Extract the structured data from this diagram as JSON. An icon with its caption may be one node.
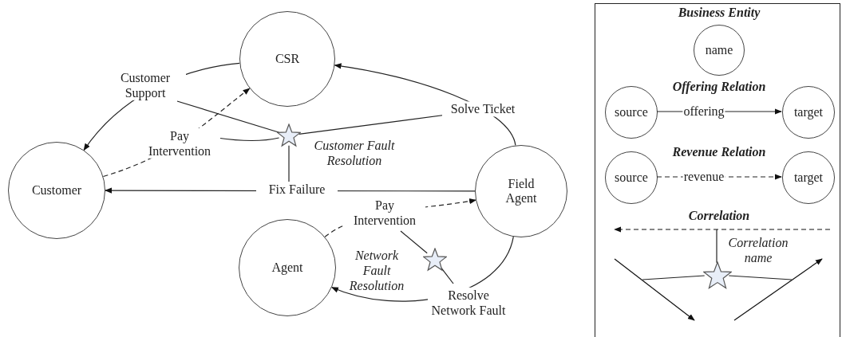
{
  "diagram": {
    "nodes": [
      {
        "text": [
          "CSR"
        ]
      },
      {
        "text": [
          "Customer"
        ]
      },
      {
        "text": [
          "Field Agent"
        ]
      },
      {
        "text": [
          "Agent"
        ]
      },
      {
        "text": [],
        "shape": "star",
        "beside": [
          "Customer Fault Resolution"
        ]
      },
      {
        "text": [],
        "shape": "star",
        "beside": [
          "Network Fault Resolution"
        ]
      },
      {
        "text": [],
        "shape": "box"
      },
      {
        "text": [
          "name"
        ],
        "in": 6
      },
      {
        "text": [
          "source"
        ],
        "in": 6
      },
      {
        "text": [
          "target"
        ],
        "in": 6
      },
      {
        "text": [
          "source"
        ],
        "in": 6
      },
      {
        "text": [
          "target"
        ],
        "in": 6
      },
      {
        "text": [],
        "shape": "star",
        "beside": [
          "Correlation name"
        ],
        "in": 6
      }
    ],
    "edges": [
      {
        "from": 0,
        "to": 1,
        "label": "Customer Support",
        "arrow": "to"
      },
      {
        "from": 1,
        "to": 0,
        "label": "Pay Intervention",
        "arrow": "to",
        "style": "dashed"
      },
      {
        "from": 2,
        "to": 0,
        "label": "Solve Ticket",
        "arrow": "to"
      },
      {
        "from": 2,
        "to": 1,
        "label": "Fix Failure",
        "arrow": "to"
      },
      {
        "from": 3,
        "to": 2,
        "label": "Pay Intervention",
        "arrow": "to",
        "style": "dashed"
      },
      {
        "from": 2,
        "to": 3,
        "label": "Resolve Network Fault",
        "arrow": "to"
      },
      {
        "from": 4,
        "to": null,
        "arrow": "none"
      },
      {
        "from": 4,
        "to": null,
        "arrow": "none"
      },
      {
        "from": 4,
        "to": null,
        "arrow": "none"
      },
      {
        "from": 4,
        "to": null,
        "arrow": "none"
      },
      {
        "from": 5,
        "to": null,
        "arrow": "none"
      },
      {
        "from": 5,
        "to": null,
        "arrow": "none"
      },
      {
        "from": 8,
        "to": 9,
        "label": "offering",
        "arrow": "to"
      },
      {
        "from": 10,
        "to": 11,
        "label": "revenue",
        "arrow": "to",
        "style": "dashed"
      },
      {
        "from": 12,
        "to": null,
        "arrow": "none"
      },
      {
        "from": 12,
        "to": null,
        "arrow": "none"
      },
      {
        "from": 12,
        "to": null,
        "arrow": "none"
      }
    ],
    "labels": [
      "Business Entity",
      "Offering Relation",
      "Revenue Relation",
      "Correlation"
    ]
  }
}
